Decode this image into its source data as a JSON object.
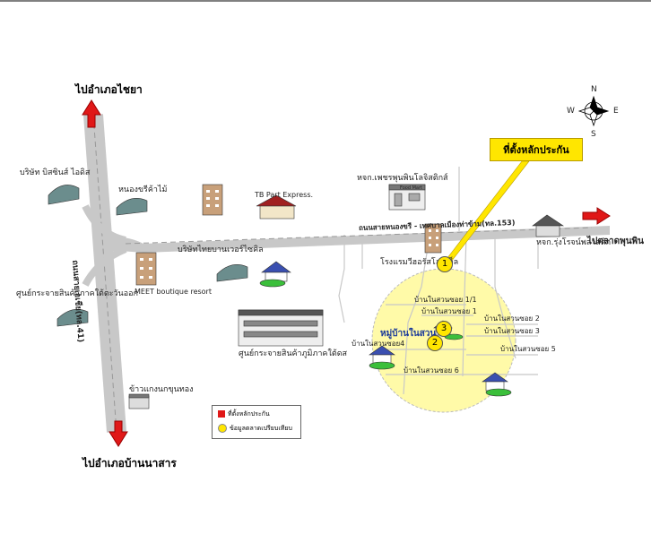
{
  "directions": {
    "north": "ไปอำเภอไชยา",
    "south": "ไปอำเภอบ้านนาสาร",
    "east": "ไปตลาดพุนพิน"
  },
  "roads": {
    "main_north_south": "ถนนสายเอเชีย(ทล.41)",
    "east_west": "ถนนสายหนองขรี - เทศบาลเมืองท่าข้าม(ทล.153)"
  },
  "landmarks": {
    "biskin": "บริษัท บิสซินส์ ไอดิส",
    "nong_khri": "หนองขรีค้าไม้",
    "tb_part": "TB Part Express.",
    "phetpunpin": "หจก.เพชรพุนพินโลจิสติกส์",
    "food_mart": "Food Mart",
    "thaiyon": "บริษัทไทยบานเวอร์ไซคิล",
    "meet": "MEET boutique resort",
    "warehouse_center": "ศูนย์กระจายสินค้าภาคใต้ตะวันออก",
    "south_center": "ศูนย์กระจายสินค้าภูมิภาคใต้ดส",
    "hotel_right": "โรงแรมวีฮอรัสโฮสเต็ล",
    "rung_rot": "หจก.รุ่งโรจน์พลาสติก",
    "kao_kaeng": "ข้าวแกงนกขุนทอง"
  },
  "village": {
    "name": "หมู่บ้านในสวน",
    "soi_labels": [
      "บ้านในสวนซอย 1/1",
      "บ้านในสวนซอย 1",
      "บ้านในสวนซอย 2",
      "บ้านในสวนซอย 3",
      "บ้านในสวนซอย4",
      "บ้านในสวนซอย 5",
      "บ้านในสวนซอย 6"
    ],
    "markers": [
      "1",
      "2",
      "3"
    ]
  },
  "callout": "ที่ตั้งหลักประกัน",
  "compass": {
    "n": "N",
    "s": "S",
    "e": "E",
    "w": "W"
  },
  "legend": {
    "collateral": "ที่ตั้งหลักประกัน",
    "comparison": "ข้อมูลตลาดเปรียบเทียบ"
  },
  "colors": {
    "arrow": "#e01818",
    "road": "#c8c8c8",
    "highlight": "#fffaa8",
    "callout": "#ffe600"
  }
}
